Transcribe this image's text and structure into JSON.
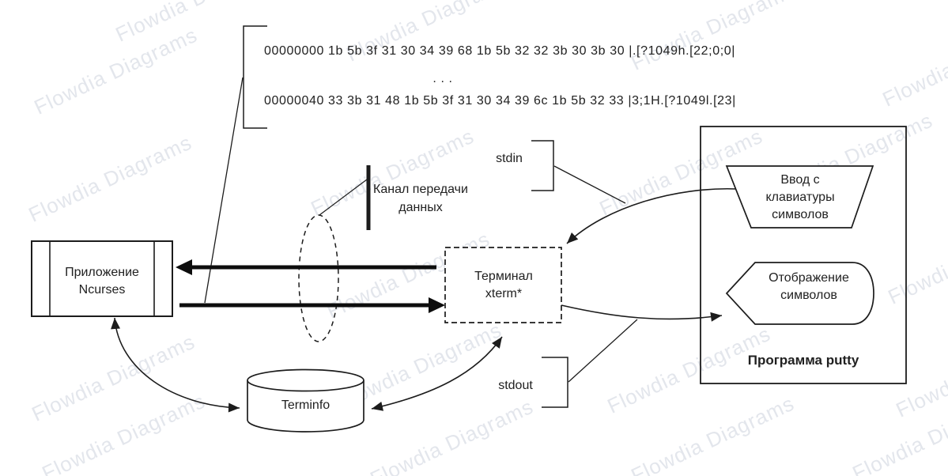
{
  "watermark": {
    "text": "Flowdia Diagrams"
  },
  "hexdump": {
    "line1": "00000000 1b 5b 3f 31 30 34 39 68 1b 5b 32 32 3b 30 3b 30 |.[?1049h.[22;0;0|",
    "ellipsis": ". . .",
    "line2": "00000040 33 3b 31 48 1b 5b 3f 31 30 34 39 6c 1b 5b 32 33 |3;1H.[?1049l.[23|"
  },
  "nodes": {
    "ncurses_app": "Приложение Ncurses",
    "terminal": "Терминал xterm*",
    "terminfo": "Terminfo",
    "putty_program": "Программа putty",
    "keyboard_input": "Ввод с клавиатуры символов",
    "display_output": "Отображение символов"
  },
  "labels": {
    "stdin": "stdin",
    "stdout": "stdout",
    "data_channel": "Канал передачи данных"
  },
  "colors": {
    "line": "#1c1c1c",
    "text": "#212121",
    "watermark": "#e3e6ec",
    "background": "#ffffff"
  }
}
